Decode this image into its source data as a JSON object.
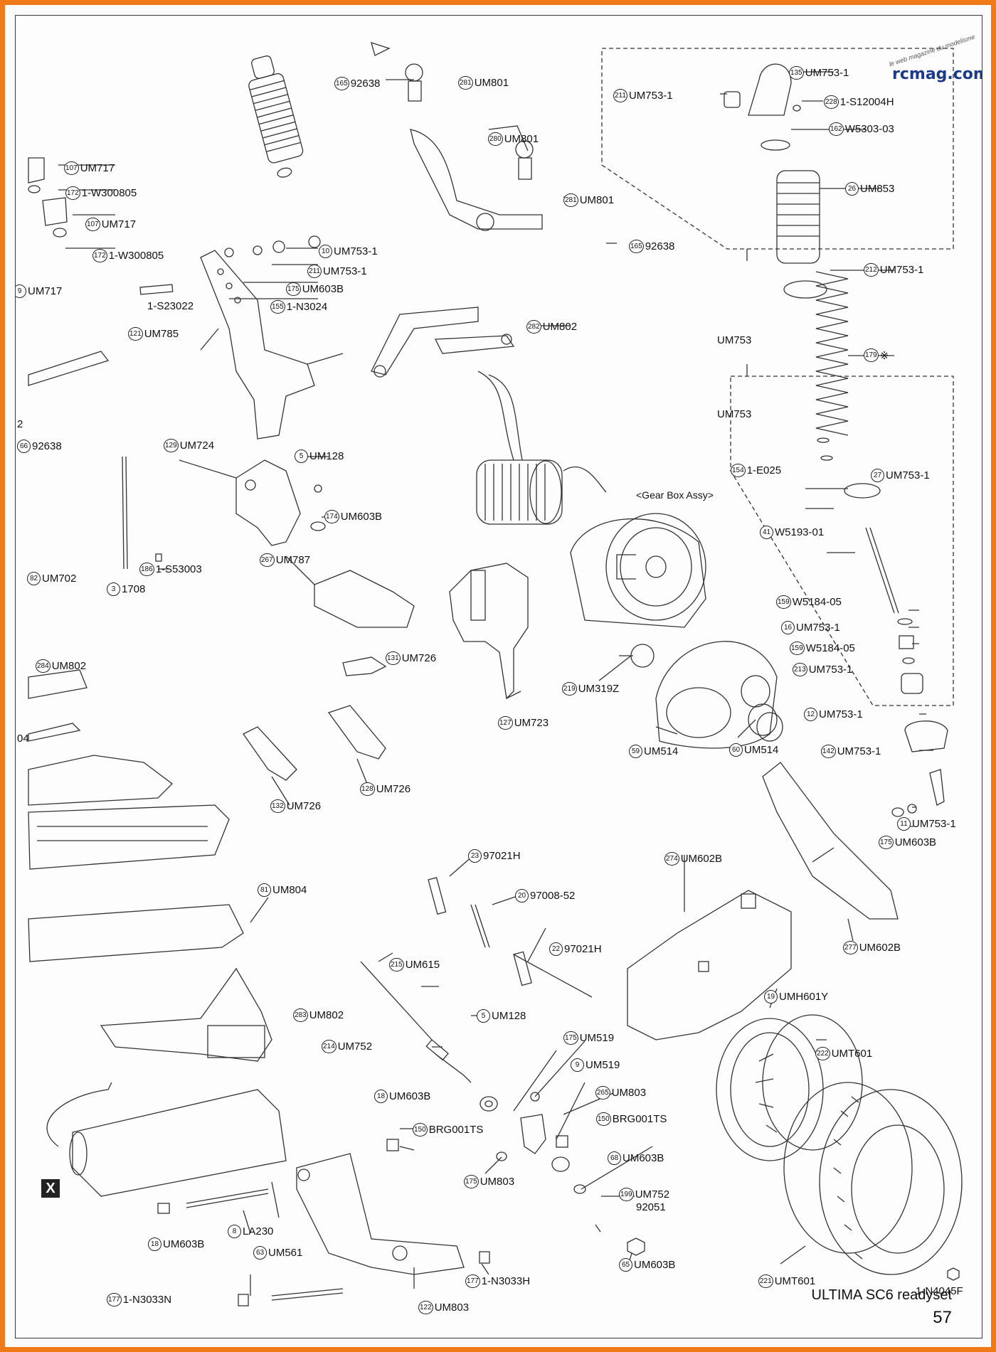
{
  "footer": {
    "title": "ULTIMA  SC6 readyset",
    "page_number": "57"
  },
  "watermark": {
    "brand": "rcmag.com",
    "tagline": "le web magazine du modelisme"
  },
  "callouts": {
    "gearbox": "<Gear Box Assy>",
    "x_marker": "X",
    "asterisk": "※"
  },
  "parts": [
    {
      "n": "165",
      "code": "92638"
    },
    {
      "n": "281",
      "code": "UM801"
    },
    {
      "n": "280",
      "code": "UM801"
    },
    {
      "n": "281",
      "code": "UM801"
    },
    {
      "n": "165",
      "code": "92638"
    },
    {
      "n": "107",
      "code": "UM717"
    },
    {
      "n": "172",
      "code": "1-W300805"
    },
    {
      "n": "107",
      "code": "UM717"
    },
    {
      "n": "172",
      "code": "1-W300805"
    },
    {
      "n": "9",
      "code": "UM717"
    },
    {
      "n": "10",
      "code": "UM753-1"
    },
    {
      "n": "211",
      "code": "UM753-1"
    },
    {
      "n": "175",
      "code": "UM603B"
    },
    {
      "n": "155",
      "code": "1-N3024"
    },
    {
      "n": "121",
      "code": "UM785"
    },
    {
      "n": "282",
      "code": "UM802"
    },
    {
      "n": "211",
      "code": "UM753-1"
    },
    {
      "n": "135",
      "code": "UM753-1"
    },
    {
      "n": "228",
      "code": "1-S12004H"
    },
    {
      "n": "162",
      "code": "W5303-03"
    },
    {
      "n": "26",
      "code": "UM853"
    },
    {
      "n": "212",
      "code": "UM753-1"
    },
    {
      "n": "179",
      "code": "※"
    },
    {
      "n": "66",
      "code": "92638"
    },
    {
      "n": "129",
      "code": "UM724"
    },
    {
      "n": "5",
      "code": "UM128"
    },
    {
      "n": "174",
      "code": "UM603B"
    },
    {
      "n": "154",
      "code": "1-E025"
    },
    {
      "n": "27",
      "code": "UM753-1"
    },
    {
      "n": "41",
      "code": "W5193-01"
    },
    {
      "n": "186",
      "code": "1-S53003"
    },
    {
      "n": "82",
      "code": "UM702"
    },
    {
      "n": "3",
      "code": "1708"
    },
    {
      "n": "267",
      "code": "UM787"
    },
    {
      "n": "159",
      "code": "W5184-05"
    },
    {
      "n": "16",
      "code": "UM753-1"
    },
    {
      "n": "159",
      "code": "W5184-05"
    },
    {
      "n": "213",
      "code": "UM753-1"
    },
    {
      "n": "284",
      "code": "UM802"
    },
    {
      "n": "131",
      "code": "UM726"
    },
    {
      "n": "219",
      "code": "UM319Z"
    },
    {
      "n": "12",
      "code": "UM753-1"
    },
    {
      "n": "127",
      "code": "UM723"
    },
    {
      "n": "59",
      "code": "UM514"
    },
    {
      "n": "60",
      "code": "UM514"
    },
    {
      "n": "142",
      "code": "UM753-1"
    },
    {
      "n": "128",
      "code": "UM726"
    },
    {
      "n": "132",
      "code": "UM726"
    },
    {
      "n": "11",
      "code": "UM753-1"
    },
    {
      "n": "175",
      "code": "UM603B"
    },
    {
      "n": "23",
      "code": "97021H"
    },
    {
      "n": "274",
      "code": "UM602B"
    },
    {
      "n": "81",
      "code": "UM804"
    },
    {
      "n": "20",
      "code": "97008-52"
    },
    {
      "n": "22",
      "code": "97021H"
    },
    {
      "n": "277",
      "code": "UM602B"
    },
    {
      "n": "215",
      "code": "UM615"
    },
    {
      "n": "283",
      "code": "UM802"
    },
    {
      "n": "19",
      "code": "UMH601Y"
    },
    {
      "n": "5",
      "code": "UM128"
    },
    {
      "n": "175",
      "code": "UM519"
    },
    {
      "n": "214",
      "code": "UM752"
    },
    {
      "n": "9",
      "code": "UM519"
    },
    {
      "n": "222",
      "code": "UMT601"
    },
    {
      "n": "265",
      "code": "UM803"
    },
    {
      "n": "18",
      "code": "UM603B"
    },
    {
      "n": "150",
      "code": "BRG001TS"
    },
    {
      "n": "150",
      "code": "BRG001TS"
    },
    {
      "n": "68",
      "code": "UM603B"
    },
    {
      "n": "175",
      "code": "UM803"
    },
    {
      "n": "199",
      "code": "UM752"
    },
    {
      "n": "8",
      "code": "LA230"
    },
    {
      "n": "18",
      "code": "UM603B"
    },
    {
      "n": "63",
      "code": "UM561"
    },
    {
      "n": "65",
      "code": "UM603B"
    },
    {
      "n": "177",
      "code": "1-N3033H"
    },
    {
      "n": "221",
      "code": "UMT601"
    },
    {
      "n": "177",
      "code": "1-N3033N"
    },
    {
      "n": "122",
      "code": "UM803"
    }
  ],
  "extra_text": {
    "s23022": "1-S23022",
    "um753_a": "UM753",
    "um753_b": "UM753",
    "n92051": "92051",
    "n4045f": "1-N4045F",
    "edge_2": "2",
    "edge_04": "04"
  }
}
